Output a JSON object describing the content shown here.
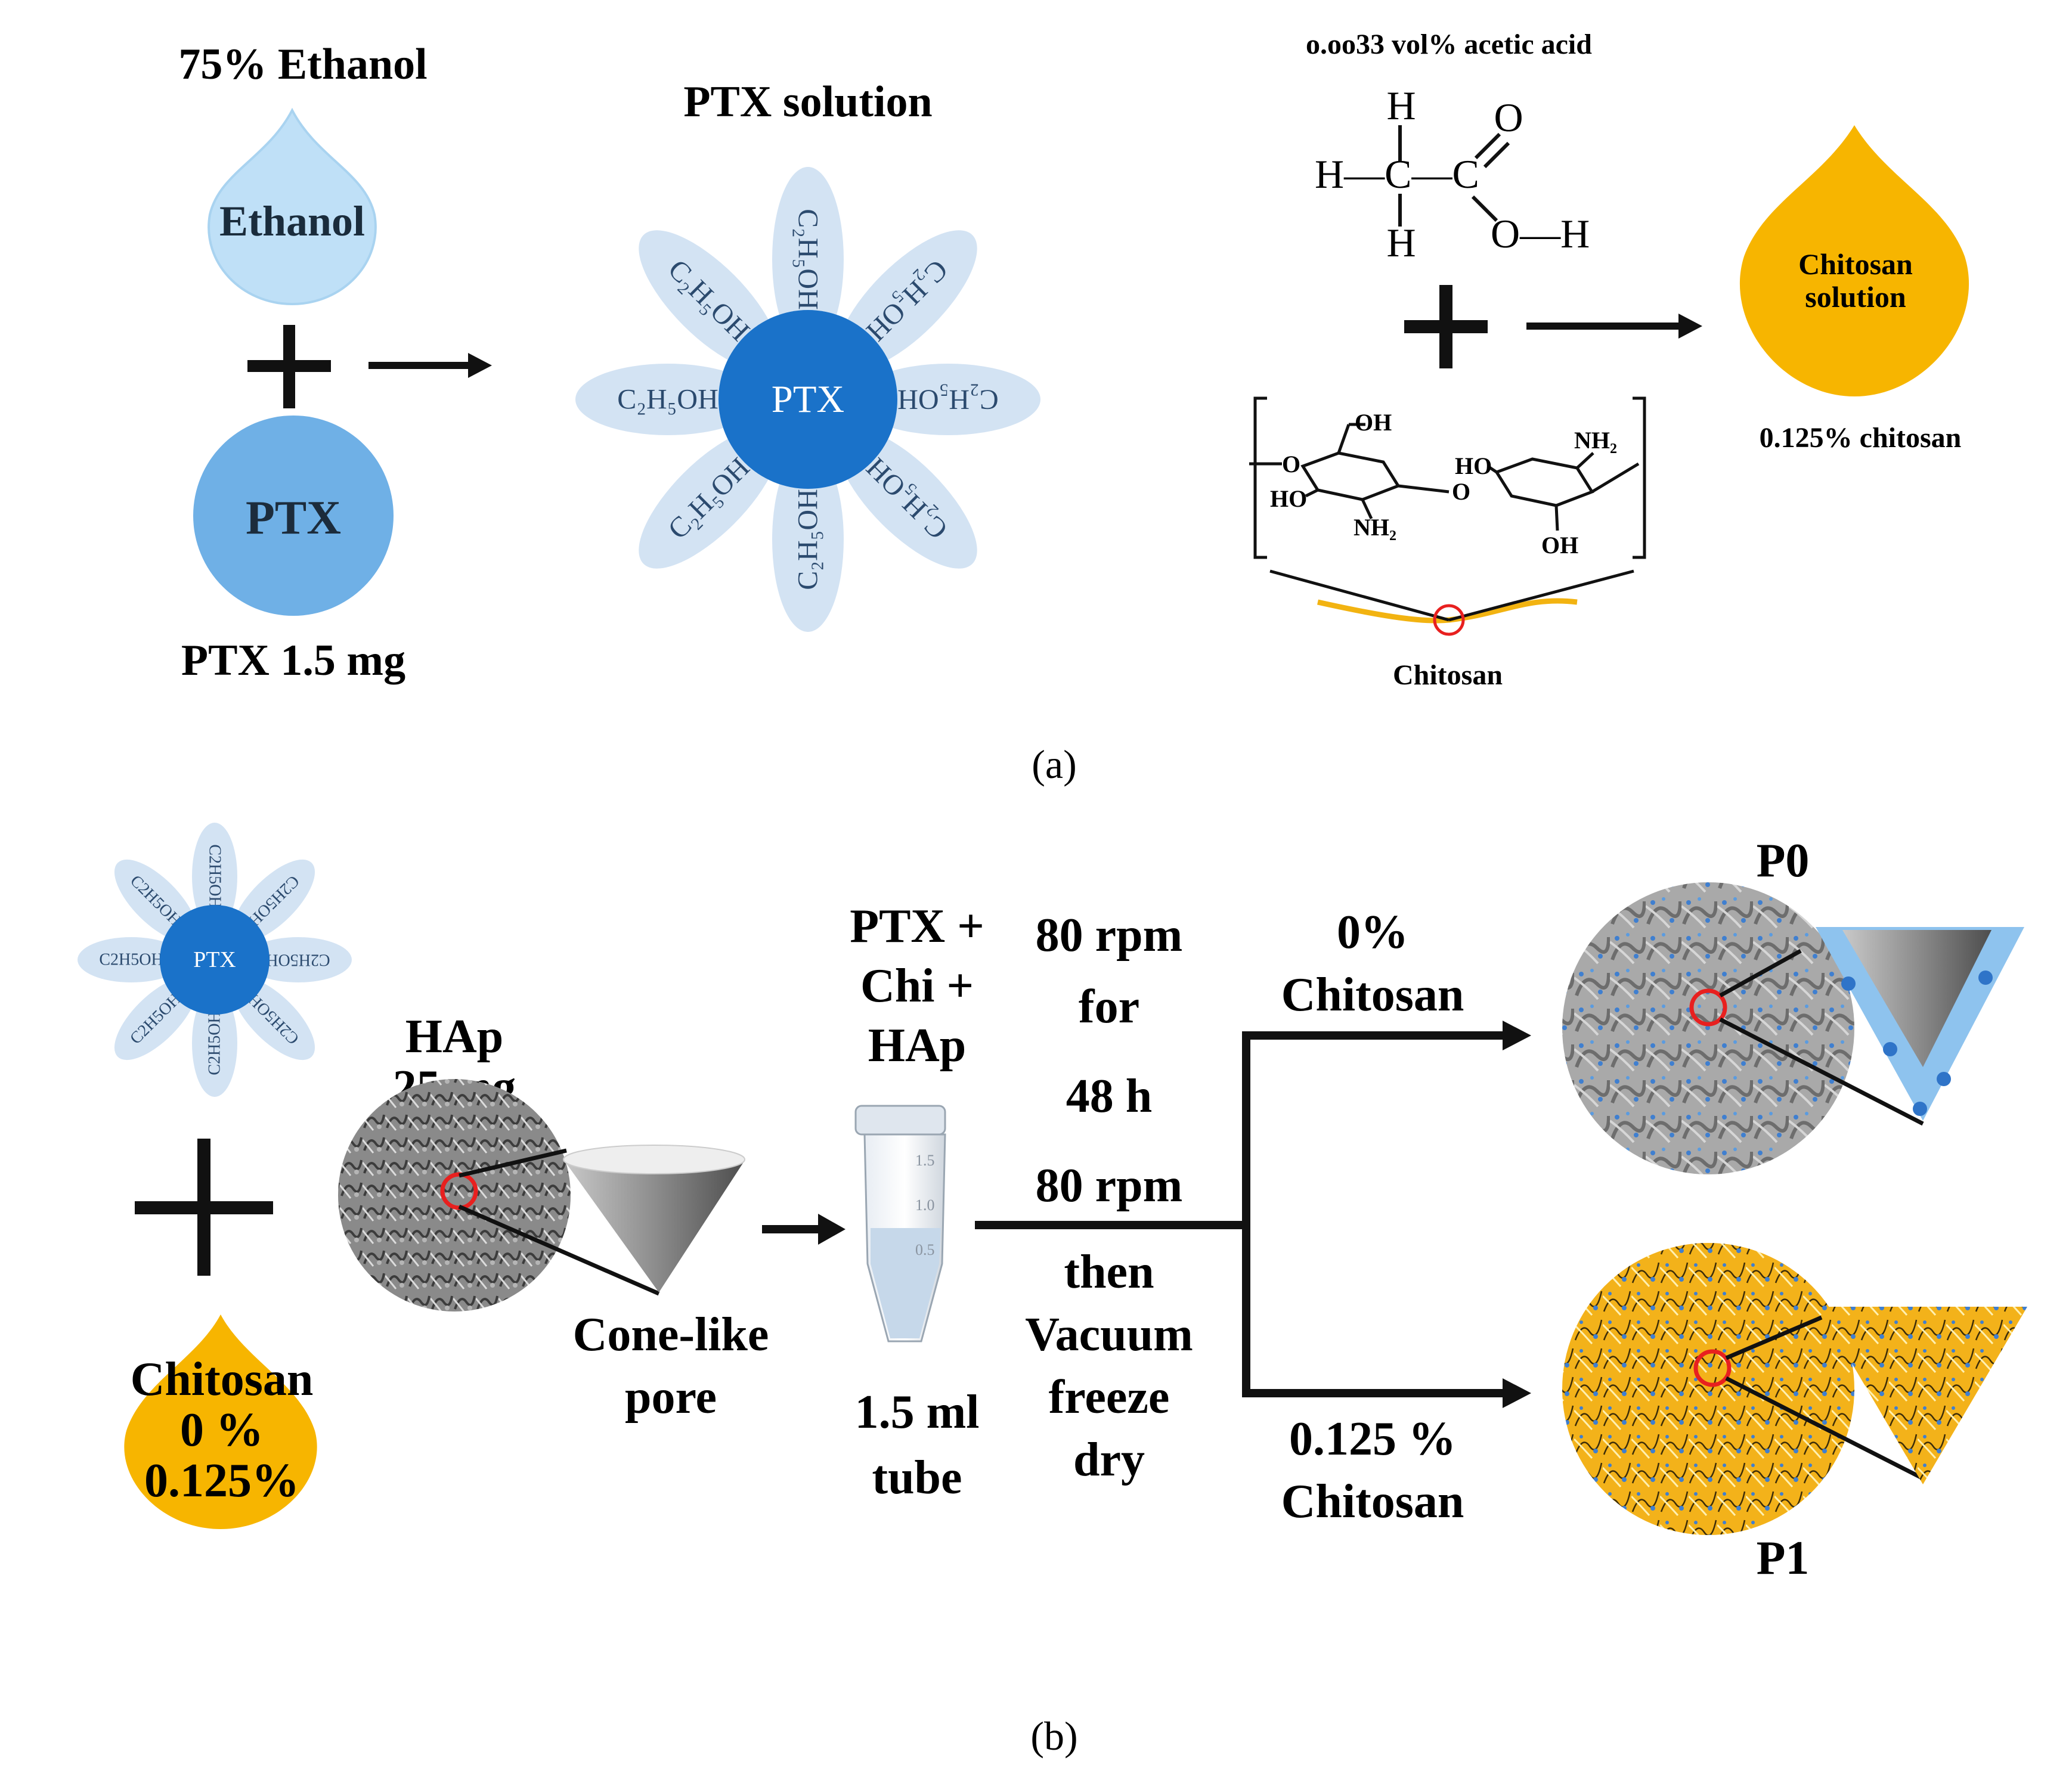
{
  "colors": {
    "ethanol_drop": "#bfe0f7",
    "ptx_ball": "#6fb0e6",
    "ptx_core": "#1a72c9",
    "petal": "#d3e3f3",
    "chitosan": "#f7b500",
    "arrow": "#111111",
    "marker_ring": "#e8201f",
    "hap_gray": "#777777"
  },
  "panel_a": {
    "ethanol_title": "75% Ethanol",
    "ethanol_drop_label": "Ethanol",
    "ptx_ball_label": "PTX",
    "ptx_amount": "PTX 1.5 mg",
    "solution_title": "PTX solution",
    "core_label": "PTX",
    "petal_formula": "C₂H₅OH",
    "acetic_acid_label": "o.oo33 vol% acetic acid",
    "acetic_acid_atoms": {
      "h_top": "H",
      "o_top": "O",
      "h_left": "H—C—C",
      "h_bottom": "H",
      "oh": "O—H"
    },
    "chitosan_struct_labels": {
      "oh1": "OH",
      "o_left": "O",
      "ho_left": "HO",
      "nh2_left": "NH₂",
      "o_mid": "O",
      "ho_right": "HO",
      "nh2_right": "NH₂",
      "oh2": "OH"
    },
    "chitosan_chain_label": "Chitosan",
    "chitosan_drop_label_1": "Chitosan",
    "chitosan_drop_label_2": "solution",
    "chitosan_conc": "0.125% chitosan",
    "caption": "(a)"
  },
  "panel_b": {
    "petal_formula": "C2H5OH",
    "core_label": "PTX",
    "chitosan_drop": [
      "Chitosan",
      "0 %",
      "0.125%"
    ],
    "hap_label": [
      "HAp",
      "25 mg"
    ],
    "pore_label": [
      "Cone-like",
      "pore"
    ],
    "tube_top": [
      "PTX +",
      "Chi +",
      "HAp"
    ],
    "tube_bottom": [
      "1.5 ml",
      "tube"
    ],
    "tube_marks": [
      "1.5",
      "1.0",
      "0.5"
    ],
    "process_steps": [
      "80 rpm",
      "for",
      "48 h",
      "80 rpm",
      "then",
      "Vacuum",
      "freeze",
      "dry"
    ],
    "upper_branch": [
      "0%",
      "Chitosan"
    ],
    "lower_branch": [
      "0.125 %",
      "Chitosan"
    ],
    "p0_label": "P0",
    "p1_label": "P1",
    "caption": "(b)"
  }
}
